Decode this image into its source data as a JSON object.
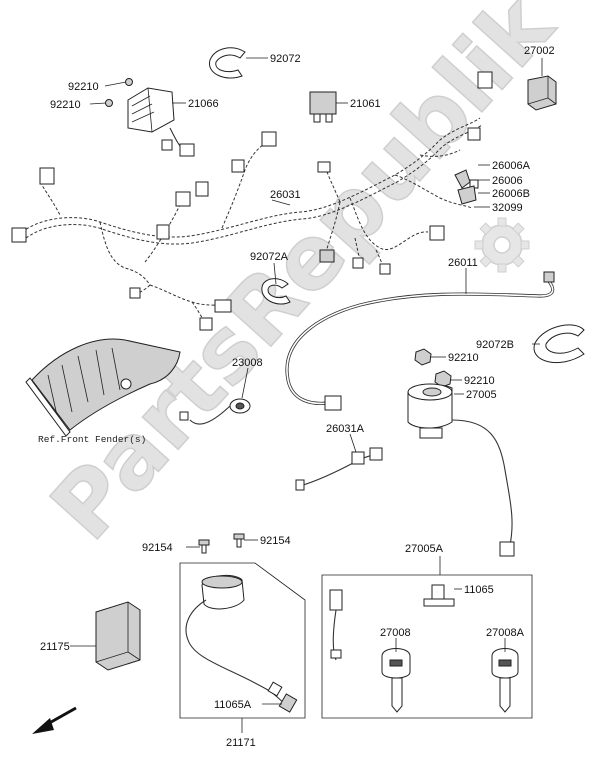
{
  "watermark": "PartsRepublik",
  "reference_note": "Ref.Front Fender(s)",
  "parts": {
    "p92072": "92072",
    "p27002": "27002",
    "p92210a": "92210",
    "p92210b": "92210",
    "p21066": "21066",
    "p21061": "21061",
    "p26006A": "26006A",
    "p26006": "26006",
    "p26006B": "26006B",
    "p32099": "32099",
    "p26031": "26031",
    "p92072A": "92072A",
    "p26011": "26011",
    "p92072B": "92072B",
    "p92210c": "92210",
    "p92210d": "92210",
    "p23008": "23008",
    "p27005": "27005",
    "p26031A": "26031A",
    "p92154a": "92154",
    "p92154b": "92154",
    "p27005A": "27005A",
    "p11065": "11065",
    "p21175": "21175",
    "p27008": "27008",
    "p27008A": "27008A",
    "p11065A": "11065A",
    "p21171": "21171"
  },
  "icons": {
    "watermark_logo": "gear-icon",
    "direction": "arrow-down-left-icon"
  }
}
